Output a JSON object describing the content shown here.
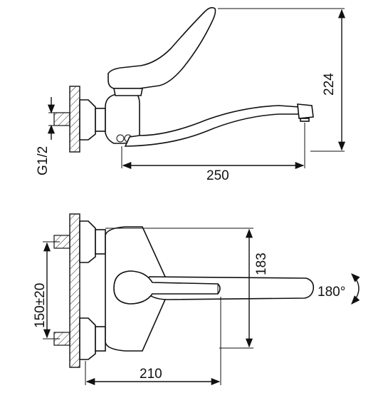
{
  "dimensions": {
    "height_side": "224",
    "length_side": "250",
    "thread": "G1/2",
    "center_distance": "150±20",
    "depth_top": "183",
    "length_top": "210",
    "rotation": "180°"
  },
  "icons": {
    "rotation_arrow": "curved-rotation-arrow-icon"
  }
}
